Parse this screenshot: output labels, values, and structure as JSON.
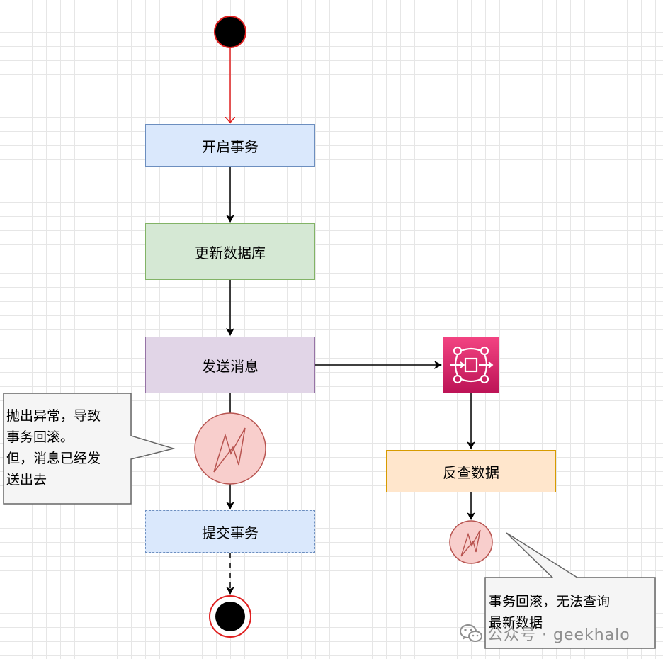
{
  "nodes": {
    "start_transaction": "开启事务",
    "update_database": "更新数据库",
    "send_message": "发送消息",
    "commit_transaction": "提交事务",
    "query_data": "反查数据"
  },
  "notes": {
    "exception": "抛出异常，导致\n事务回滚。\n但，消息已经发\n送出去",
    "rollback": "事务回滚，无法查询\n最新数据"
  },
  "watermark": {
    "text": "公众号 · geekhalo",
    "icon": "wechat-icon"
  },
  "icons": {
    "message_queue": "message-queue-icon",
    "exception": "lightning-error-icon"
  },
  "colors": {
    "start_node_fill": "#000000",
    "start_edge": "#e02020",
    "blue_fill": "#dae8fc",
    "green_fill": "#d5e8d4",
    "purple_fill": "#e1d5e7",
    "orange_fill": "#ffe6cc",
    "error_fill": "#f8cecc",
    "error_stroke": "#b85450",
    "mq_gradient_top": "#f34482",
    "mq_gradient_bottom": "#bc1356"
  }
}
